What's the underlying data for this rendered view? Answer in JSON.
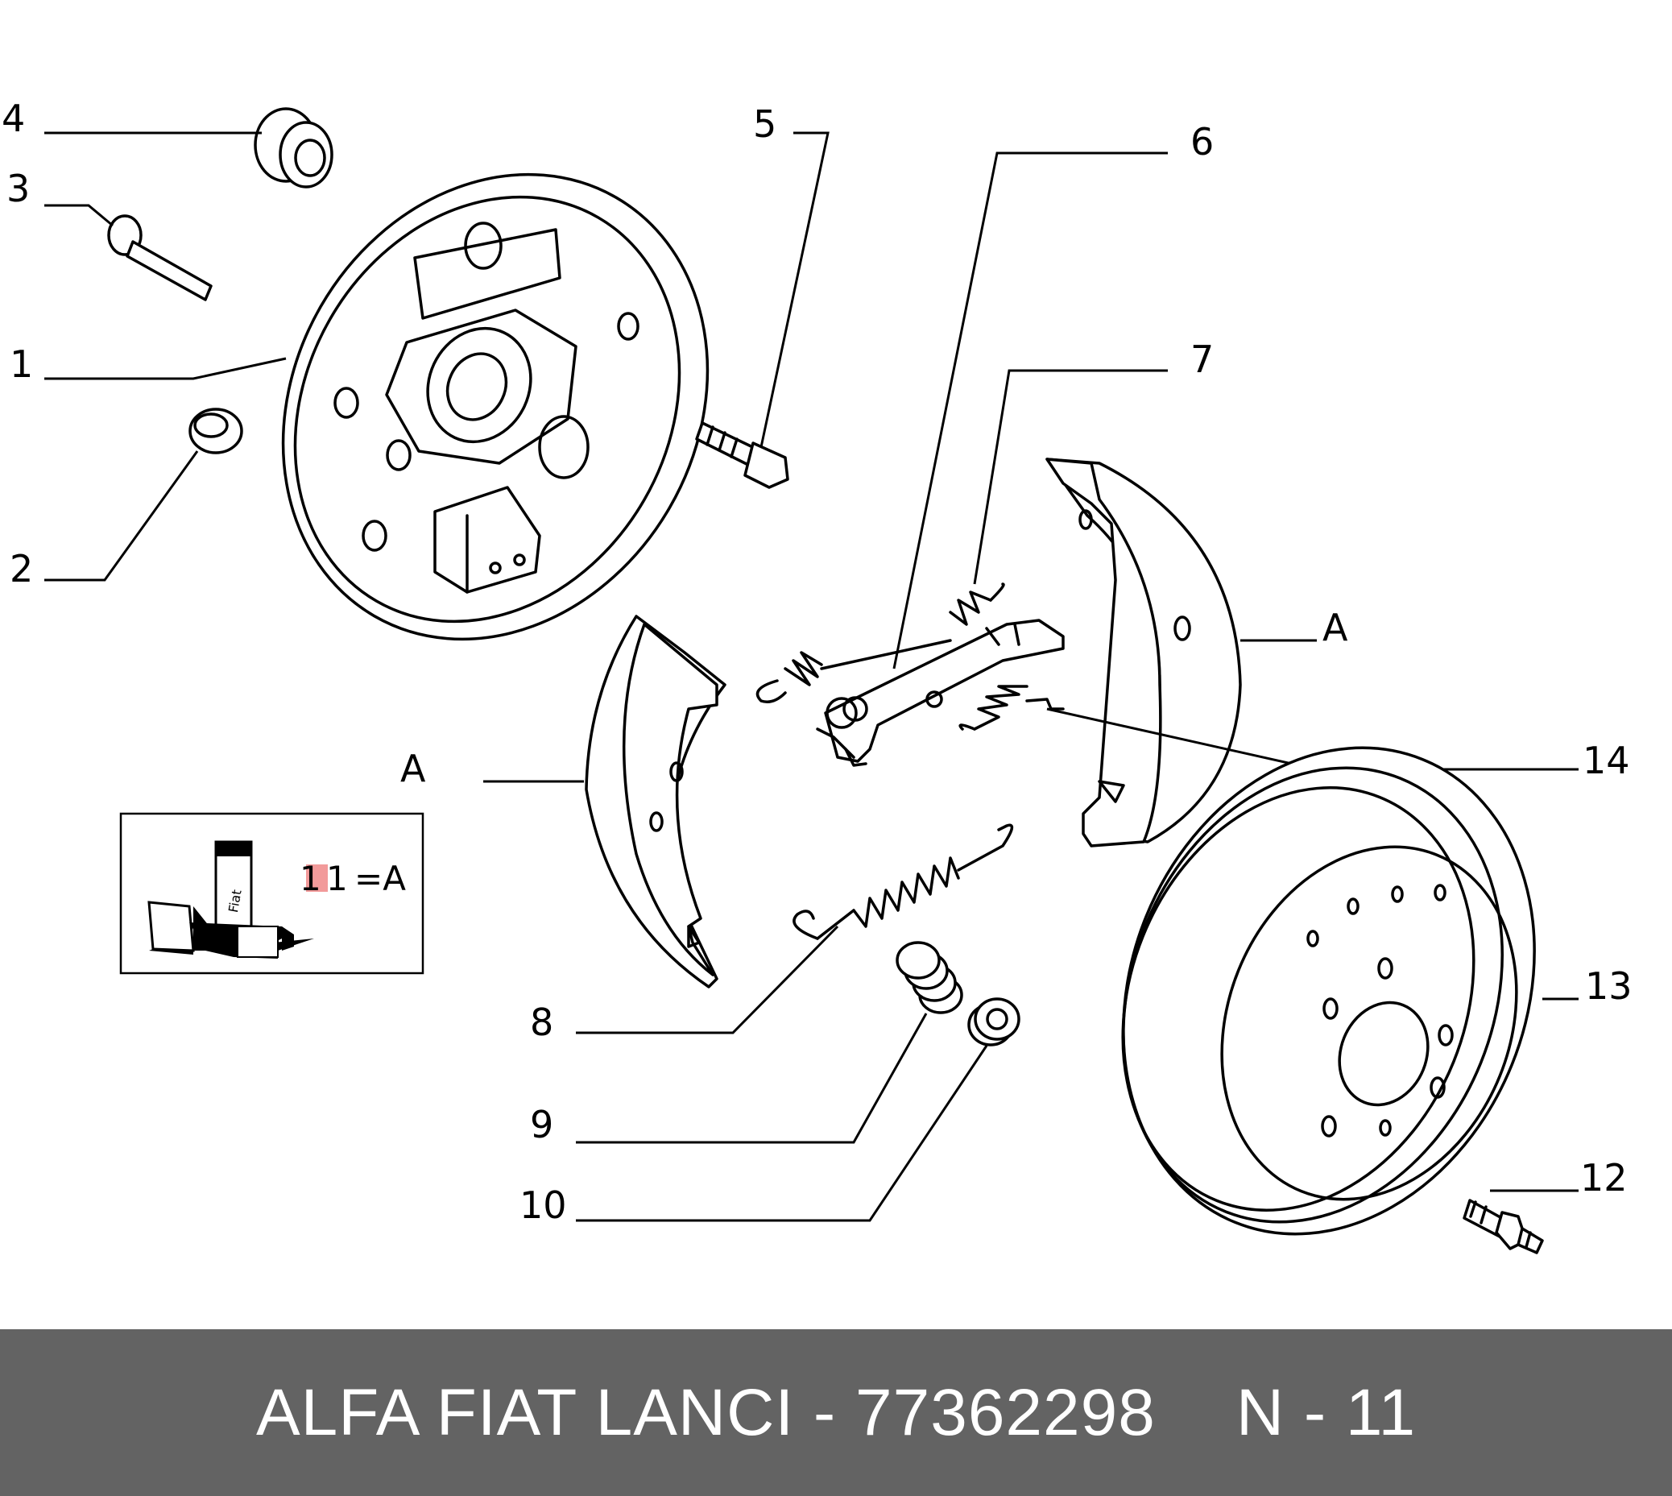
{
  "diagram": {
    "callouts": [
      "1",
      "2",
      "3",
      "4",
      "5",
      "6",
      "7",
      "8",
      "9",
      "10",
      "12",
      "13",
      "14"
    ],
    "assembly_label": "A",
    "inset": {
      "kit_count": "1",
      "kit_qty": "1",
      "equals_label": "=A",
      "brand_text": "Fiat"
    }
  },
  "footer": {
    "part_title": "ALFA FIAT LANCI - 77362298",
    "section_code": "N - 11"
  }
}
